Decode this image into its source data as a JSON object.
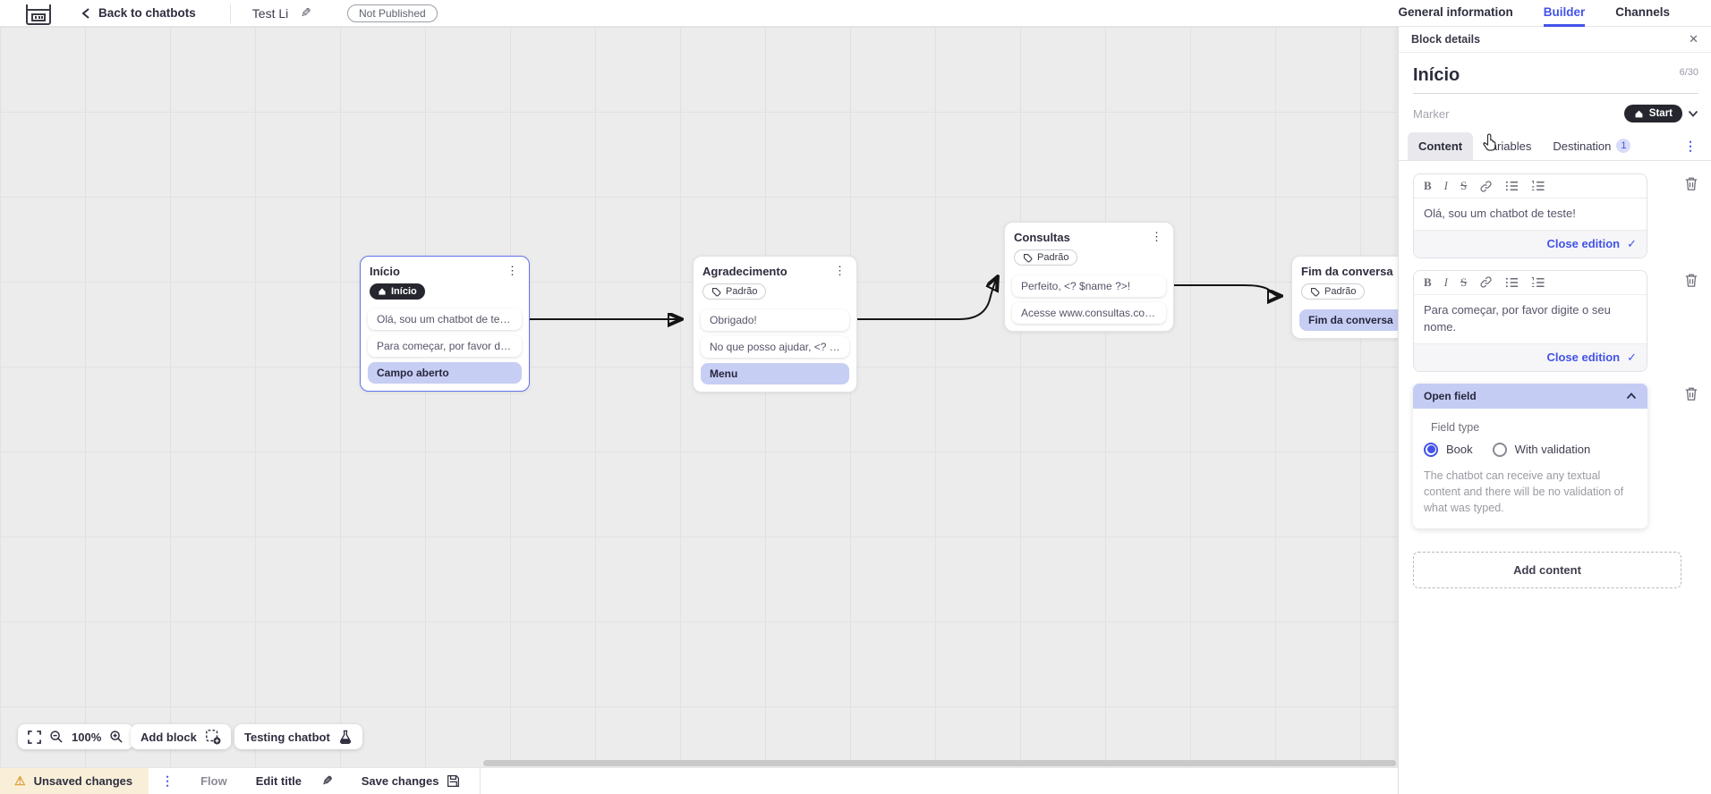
{
  "colors": {
    "accent": "#4353e8",
    "lavender": "#c7cef3",
    "dark_pill": "#26262f",
    "selected_border": "#6271ee",
    "warning_bg": "#f9efd9",
    "warning_icon": "#dd9f35"
  },
  "icons": {
    "close": "✕",
    "check": "✓",
    "kebab": "⋮",
    "warning": "⚠",
    "pencil": "✎"
  },
  "header": {
    "back_label": "Back to chatbots",
    "title": "Test Li",
    "status_badge": "Not Published",
    "tabs": [
      {
        "label": "General information",
        "active": false
      },
      {
        "label": "Builder",
        "active": true
      },
      {
        "label": "Channels",
        "active": false
      }
    ]
  },
  "canvas": {
    "blocks": [
      {
        "title": "Início",
        "marker": "Início",
        "items": [
          "Olá, sou um chatbot de teste!",
          "Para começar, por favor digite o ...",
          "Campo aberto"
        ]
      },
      {
        "title": "Agradecimento",
        "marker": "Padrão",
        "items": [
          "Obrigado!",
          "No que posso ajudar, <? $name ...",
          "Menu"
        ]
      },
      {
        "title": "Consultas",
        "marker": "Padrão",
        "items": [
          "Perfeito, <? $name ?>!",
          "Acesse www.consultas.com par..."
        ]
      },
      {
        "title": "Fim da conversa",
        "marker": "Padrão",
        "items": [
          "Fim da conversa"
        ]
      }
    ],
    "controls": {
      "zoom_value": "100%",
      "add_block_label": "Add block",
      "testing_label": "Testing chatbot"
    }
  },
  "panel": {
    "header_label": "Block details",
    "block_name": "Início",
    "char_counter": "6/30",
    "marker_label": "Marker",
    "marker_value": "Start",
    "tabs": [
      {
        "label": "Content",
        "active": true
      },
      {
        "label": "Variables",
        "active": false
      },
      {
        "label": "Destination",
        "badge": "1",
        "active": false
      }
    ],
    "editors": [
      {
        "text": "Olá, sou um chatbot de teste!",
        "action": "Close edition"
      },
      {
        "text": "Para começar, por favor digite o seu nome.",
        "action": "Close edition"
      }
    ],
    "open_field": {
      "header": "Open field",
      "field_type_label": "Field type",
      "option_book": "Book",
      "option_validation": "With validation",
      "helper": "The chatbot can receive any textual content and there will be no validation of what was typed."
    },
    "add_content_label": "Add content"
  },
  "statusbar": {
    "unsaved": "Unsaved changes",
    "flow": "Flow",
    "edit_title": "Edit title",
    "save": "Save changes"
  }
}
